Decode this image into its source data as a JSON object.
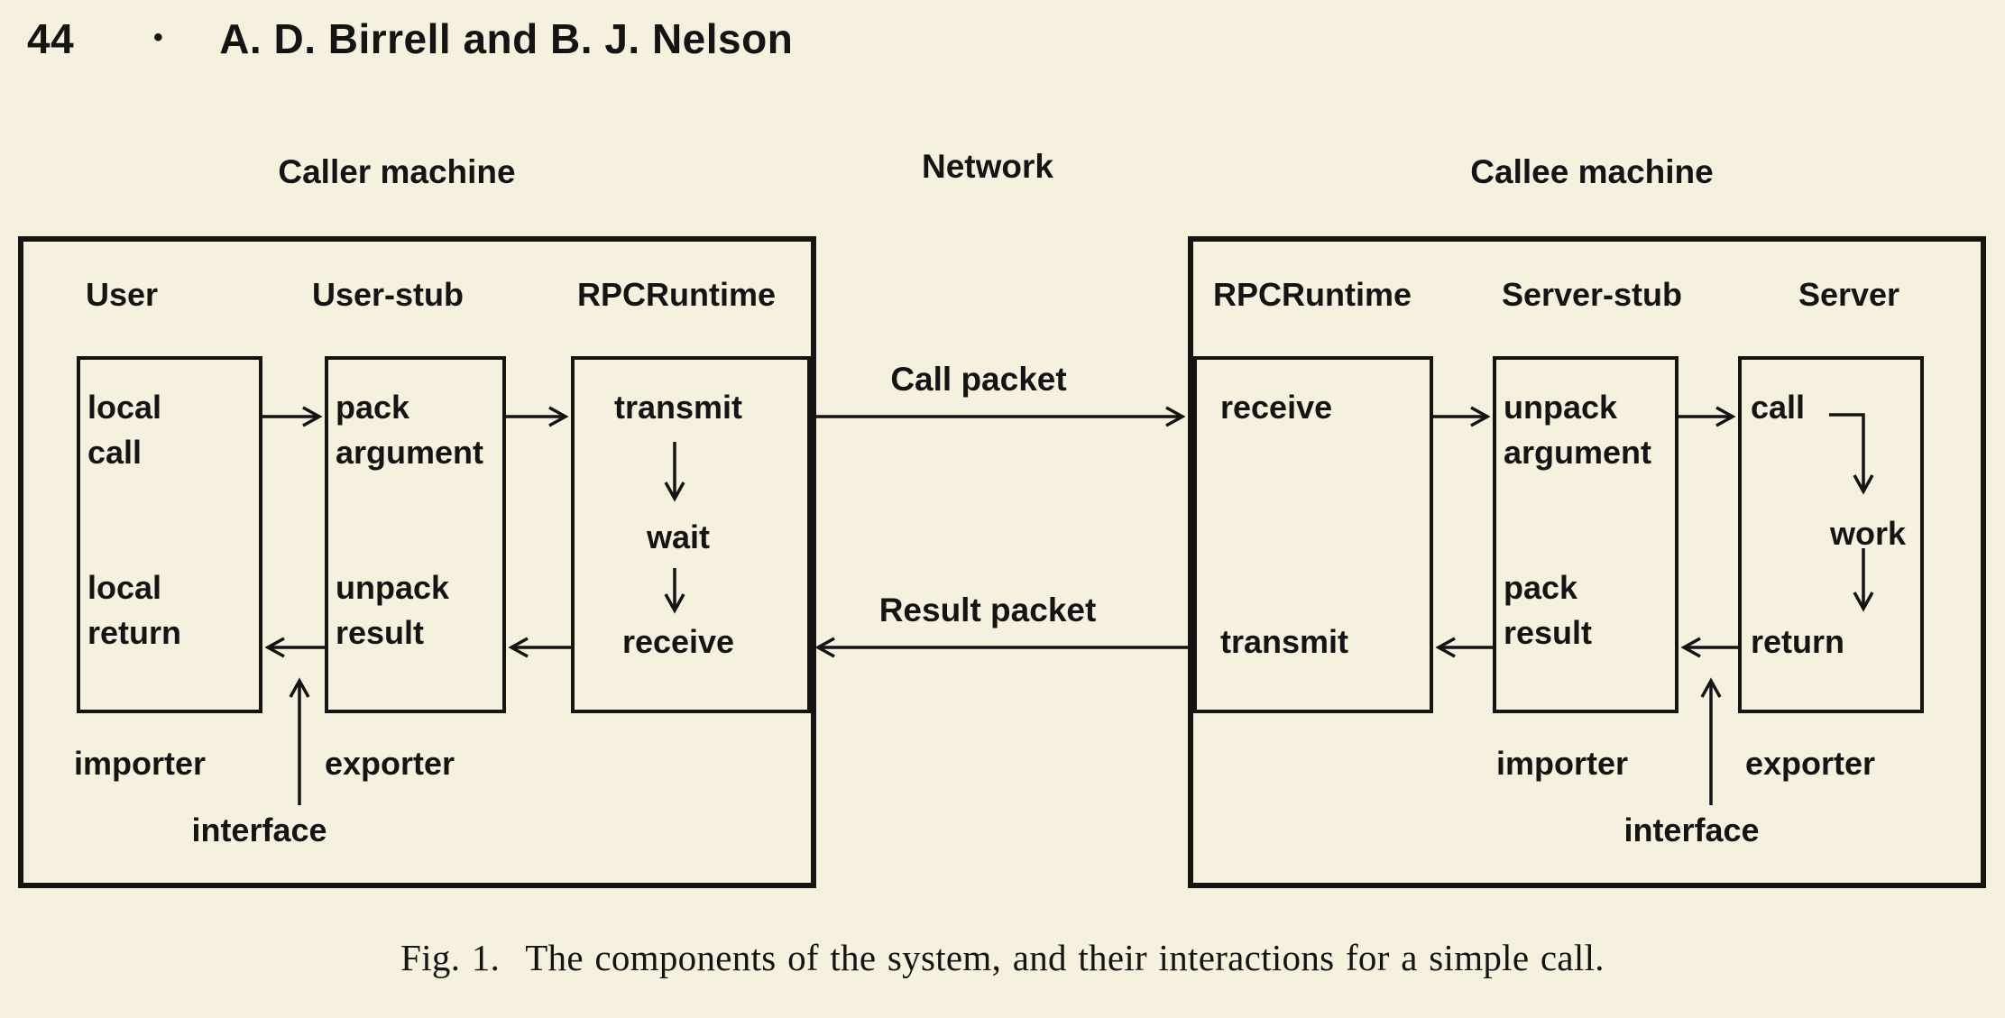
{
  "colors": {
    "background": "#f6f0de",
    "ink": "#141414"
  },
  "header": {
    "page_number": "44",
    "separator": "•",
    "running_head": "A. D. Birrell and B. J. Nelson"
  },
  "diagram": {
    "region_labels": {
      "caller": "Caller machine",
      "network": "Network",
      "callee": "Callee machine"
    },
    "packets": {
      "call": "Call packet",
      "result": "Result packet"
    },
    "caller": {
      "columns": {
        "user": "User",
        "user_stub": "User-stub",
        "rpcruntime": "RPCRuntime"
      },
      "user_box": {
        "top": [
          "local",
          "call"
        ],
        "bottom": [
          "local",
          "return"
        ]
      },
      "user_stub_box": {
        "top": [
          "pack",
          "argument"
        ],
        "bottom": [
          "unpack",
          "result"
        ]
      },
      "rpcruntime_box": {
        "steps": [
          "transmit",
          "wait",
          "receive"
        ]
      },
      "footer": {
        "importer": "importer",
        "exporter": "exporter",
        "interface": "interface"
      }
    },
    "callee": {
      "columns": {
        "rpcruntime": "RPCRuntime",
        "server_stub": "Server-stub",
        "server": "Server"
      },
      "rpcruntime_box": {
        "top": "receive",
        "bottom": "transmit"
      },
      "server_stub_box": {
        "top": [
          "unpack",
          "argument"
        ],
        "bottom": [
          "pack",
          "result"
        ]
      },
      "server_box": {
        "steps": [
          "call",
          "work",
          "return"
        ]
      },
      "footer": {
        "importer": "importer",
        "exporter": "exporter",
        "interface": "interface"
      }
    }
  },
  "caption": {
    "fig_label": "Fig. 1.",
    "text": "The components of the system, and their interactions for a simple call."
  }
}
